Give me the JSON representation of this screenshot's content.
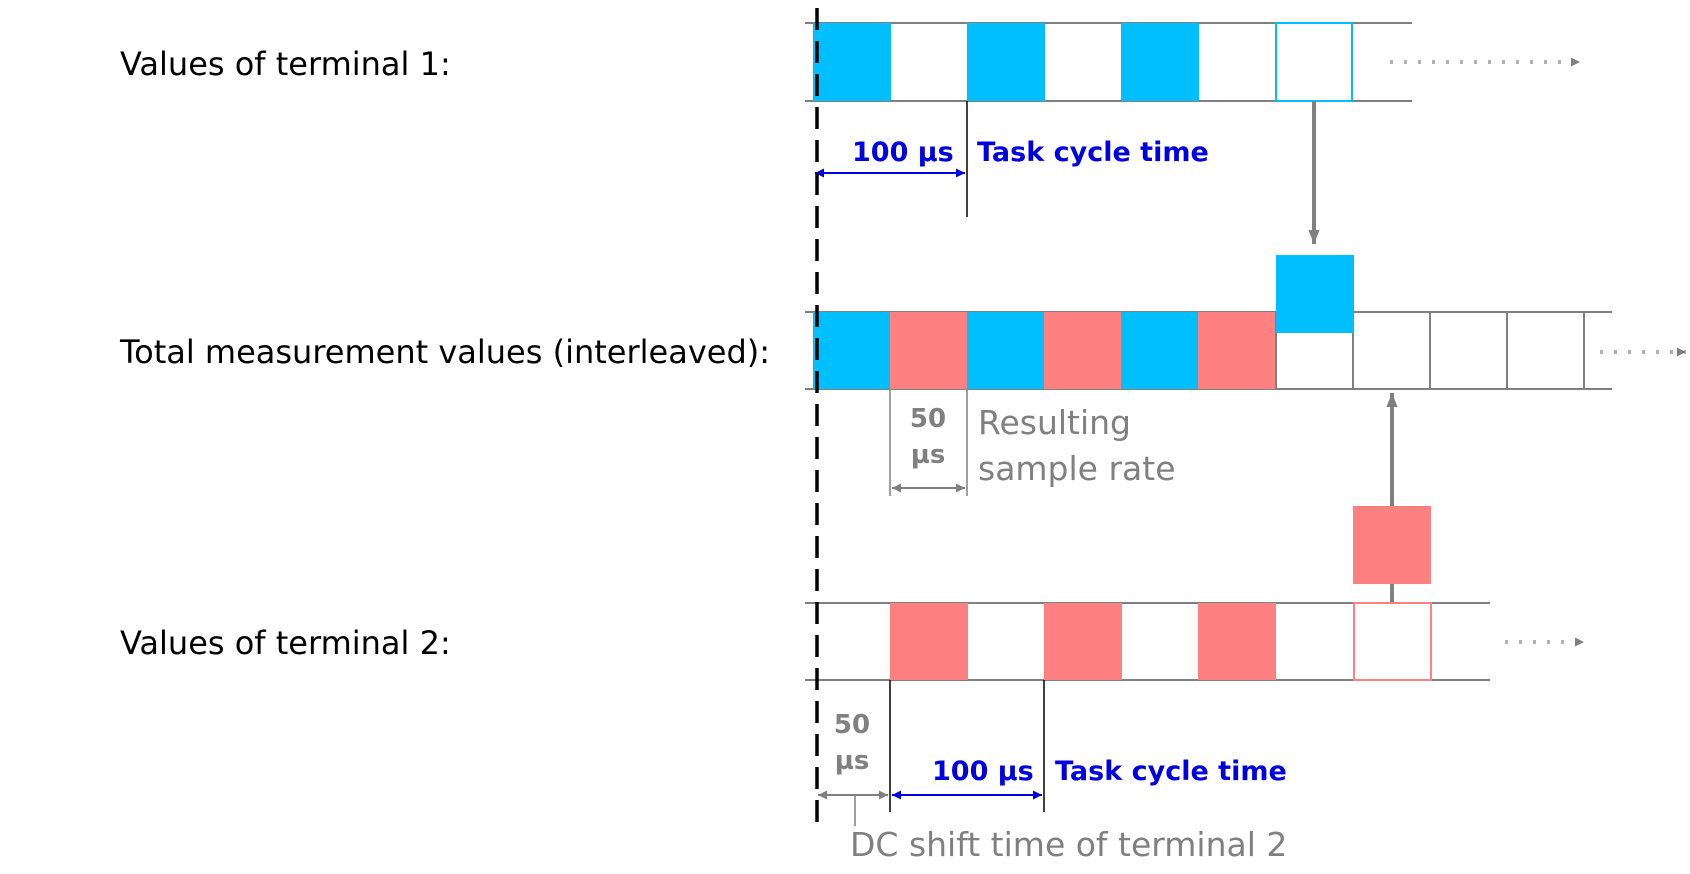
{
  "labels": {
    "terminal1": "Values of terminal 1:",
    "total": "Total measurement values (interleaved):",
    "terminal2": "Values of terminal 2:"
  },
  "dims": {
    "t1_cycle_value": "100 µs",
    "t1_cycle_label": "Task cycle time",
    "sample_value_line1": "50",
    "sample_value_line2": "µs",
    "sample_label_line1": "Resulting",
    "sample_label_line2": "sample rate",
    "shift_value_line1": "50",
    "shift_value_line2": "µs",
    "t2_cycle_value": "100 µs",
    "t2_cycle_label": "Task cycle time",
    "shift_label": "DC shift time of terminal 2"
  },
  "colors": {
    "terminal1": "#00bfff",
    "terminal2": "#ff8080",
    "dimension_blue": "#0000e0",
    "dimension_gray": "#808080",
    "track_line": "#808080",
    "text": "#000000"
  },
  "icons": {
    "continuation": "dotted-arrow-right-icon",
    "transfer": "arrow-icon"
  }
}
